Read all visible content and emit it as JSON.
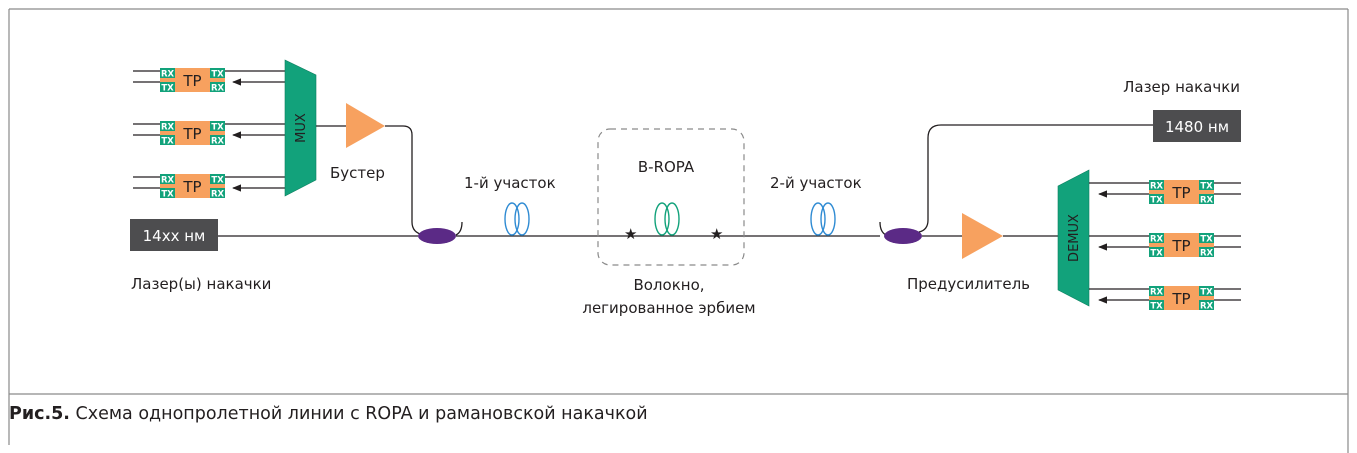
{
  "diagram": {
    "transponder_label": "TP",
    "rx_tag": "RX",
    "tx_tag": "TX",
    "mux_label": "MUX",
    "demux_label": "DEMUX",
    "booster_label": "Бустер",
    "preamp_label": "Предусилитель",
    "pump_left_box": "14xx нм",
    "pump_left_label": "Лазер(ы) накачки",
    "pump_right_box": "1480 нм",
    "pump_right_label": "Лазер накачки",
    "span1_label": "1-й участок",
    "span2_label": "2-й участок",
    "ropa_label": "B-ROPA",
    "edf_label_line1": "Волокно,",
    "edf_label_line2": "легированное эрбием"
  },
  "caption": {
    "prefix": "Рис.5.",
    "text": " Схема однопролетной линии с ROPA и рамановской накачкой"
  },
  "colors": {
    "transponder": "#f7a15f",
    "tag": "#12a27b",
    "mux": "#12a27b",
    "amplifier": "#f7a15f",
    "coupler": "#5b2a86",
    "coil_span": "#2f8bd3",
    "coil_edf": "#12a27b",
    "pump_box": "#4d4d4f",
    "line": "#231f20"
  }
}
